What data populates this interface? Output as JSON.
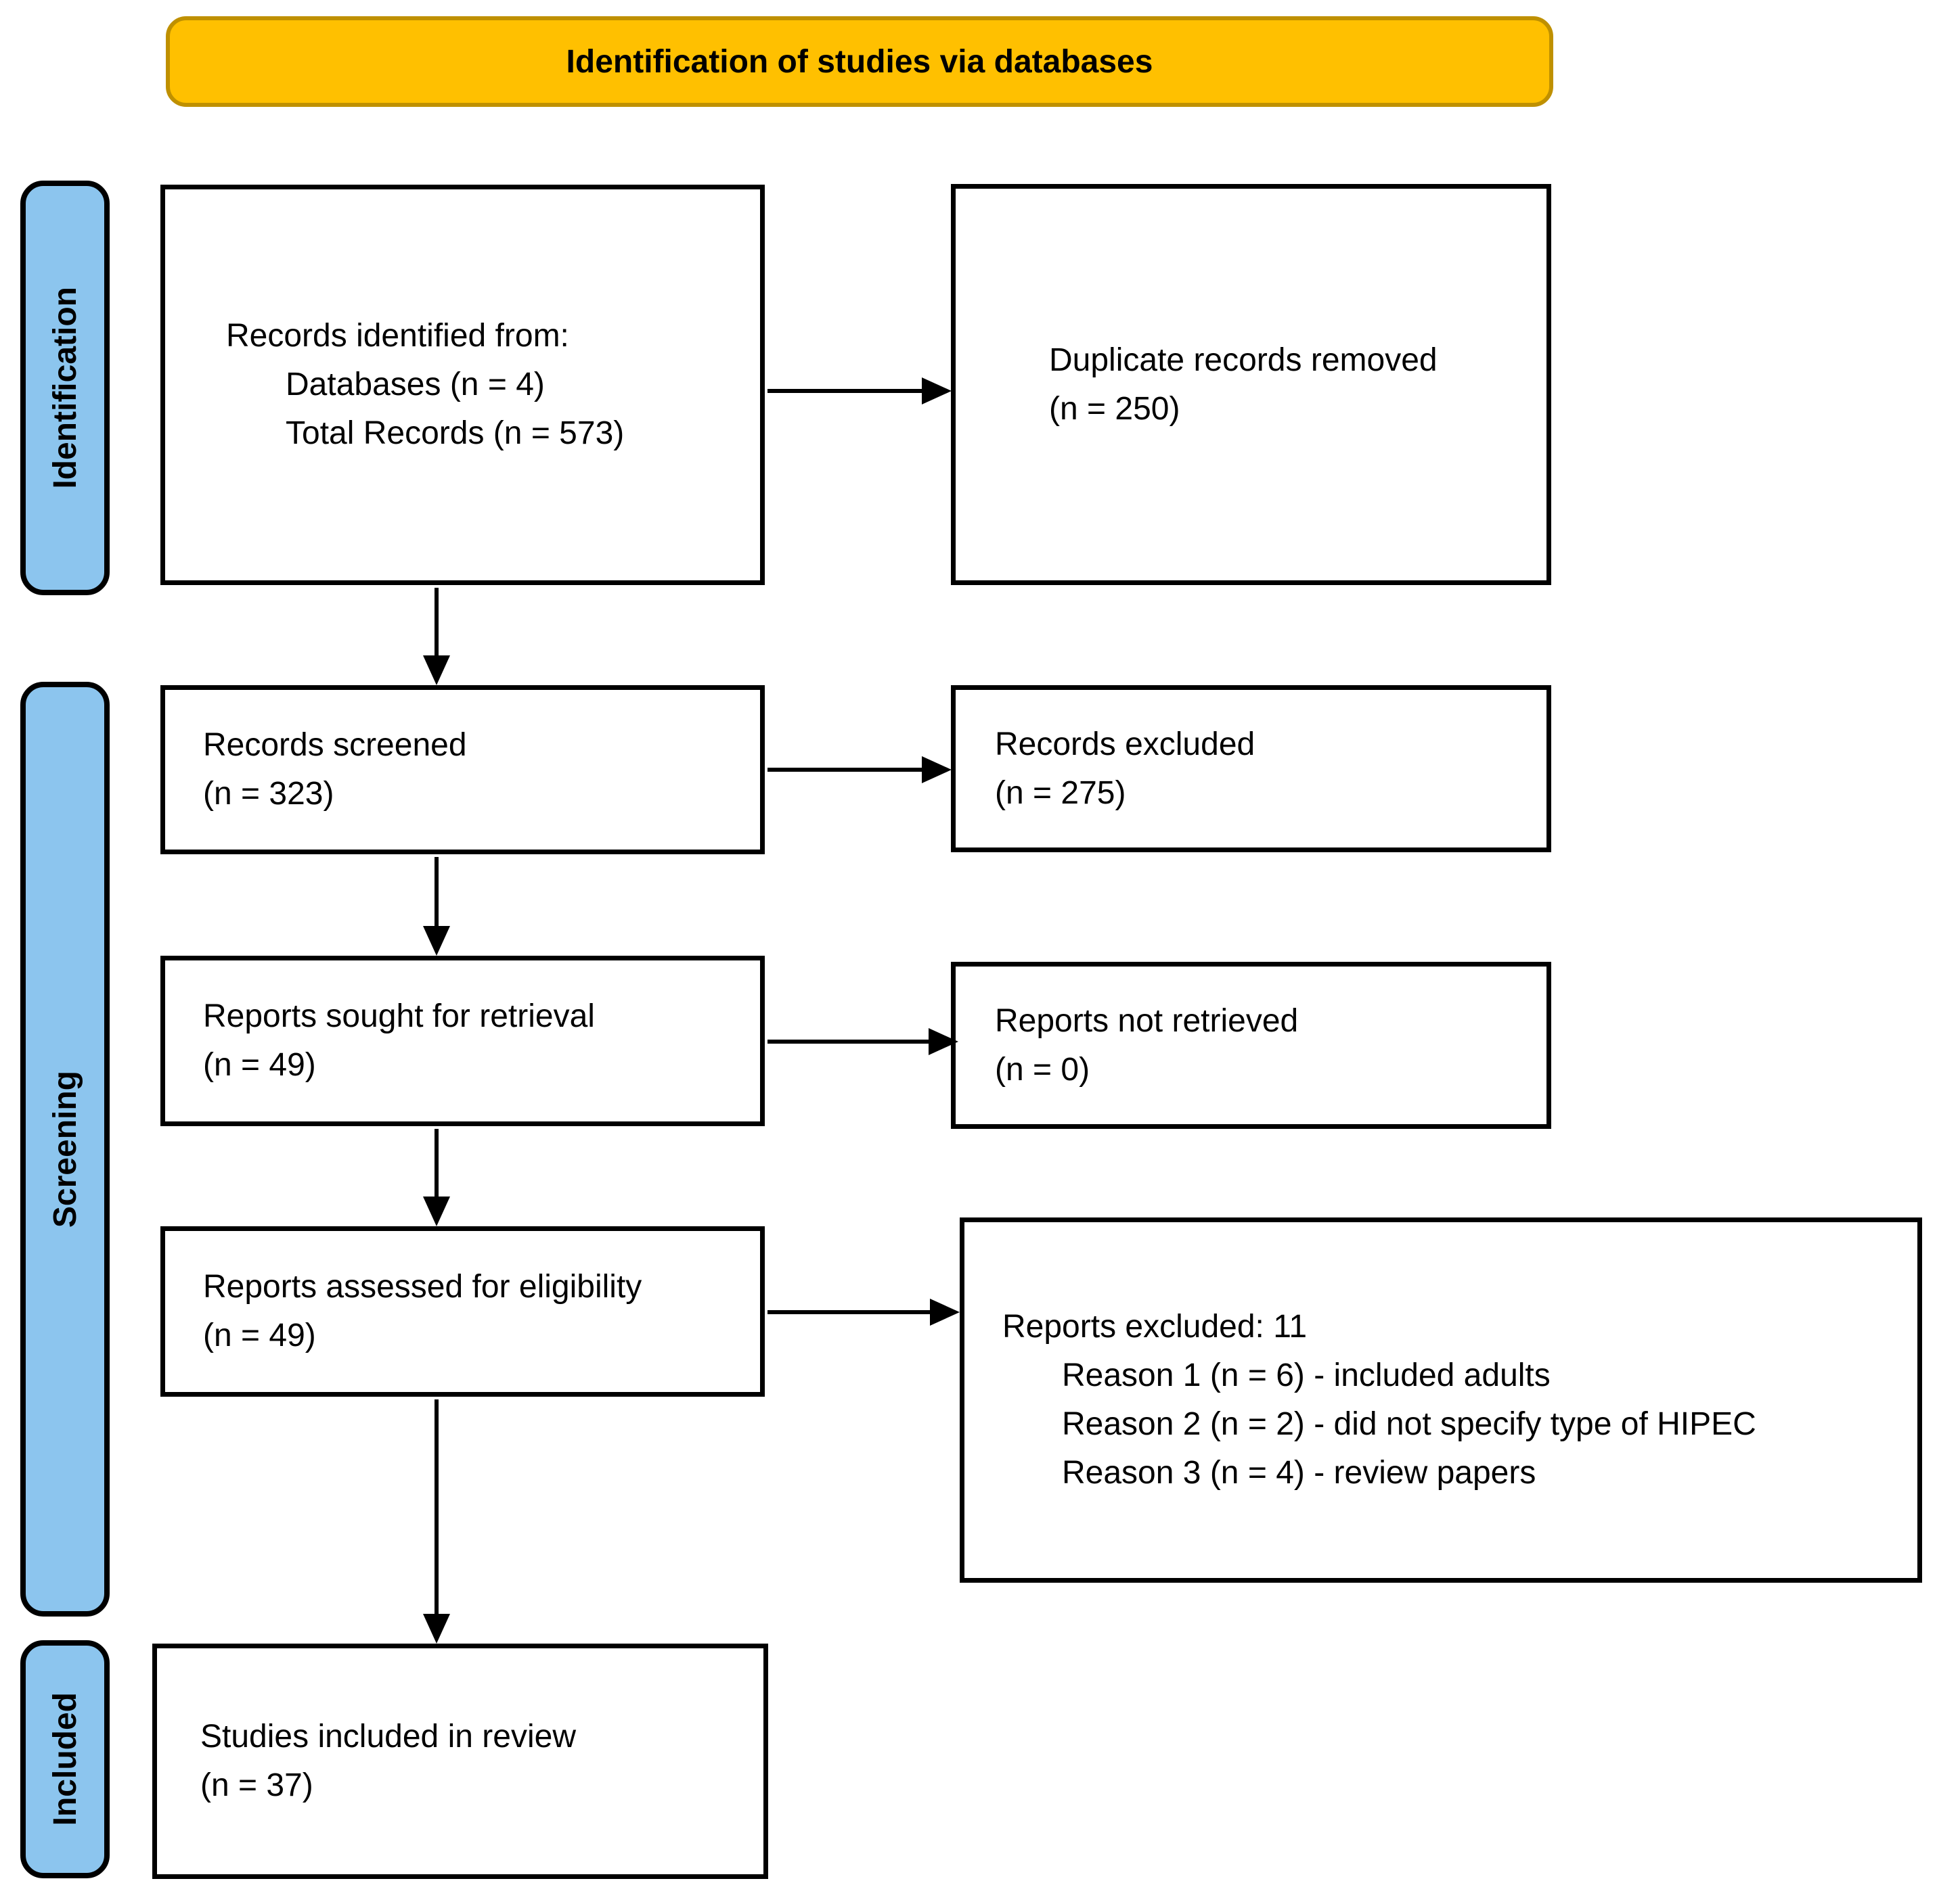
{
  "banner": {
    "title": "Identification of studies via databases"
  },
  "sidebar": {
    "identification_label": "Identification",
    "screening_label": "Screening",
    "included_label": "Included"
  },
  "boxes": {
    "records_identified": {
      "line1": "Records identified from:",
      "line2": "Databases (n = 4)",
      "line3": "Total Records (n = 573)"
    },
    "duplicates_removed": {
      "line1": "Duplicate records removed",
      "line2": "(n = 250)"
    },
    "records_screened": {
      "line1": "Records screened",
      "line2": "(n = 323)"
    },
    "records_excluded": {
      "line1": "Records excluded",
      "line2": "(n = 275)"
    },
    "reports_sought": {
      "line1": "Reports sought for retrieval",
      "line2": "(n = 49)"
    },
    "reports_not_retrieved": {
      "line1": "Reports not retrieved",
      "line2": "(n = 0)"
    },
    "reports_assessed": {
      "line1": "Reports assessed for eligibility",
      "line2": "(n = 49)"
    },
    "reports_excluded": {
      "line1": "Reports excluded: 11",
      "reason1": "Reason 1 (n = 6) - included adults",
      "reason2": "Reason 2 (n = 2) - did not specify type of HIPEC",
      "reason3": "Reason 3 (n = 4) - review papers"
    },
    "studies_included": {
      "line1": "Studies included in review",
      "line2": "(n = 37)"
    }
  },
  "colors": {
    "banner_fill": "#FFC000",
    "banner_border": "#BF9000",
    "stage_fill": "#8CC5EE",
    "box_border": "#000000",
    "arrow": "#000000"
  }
}
